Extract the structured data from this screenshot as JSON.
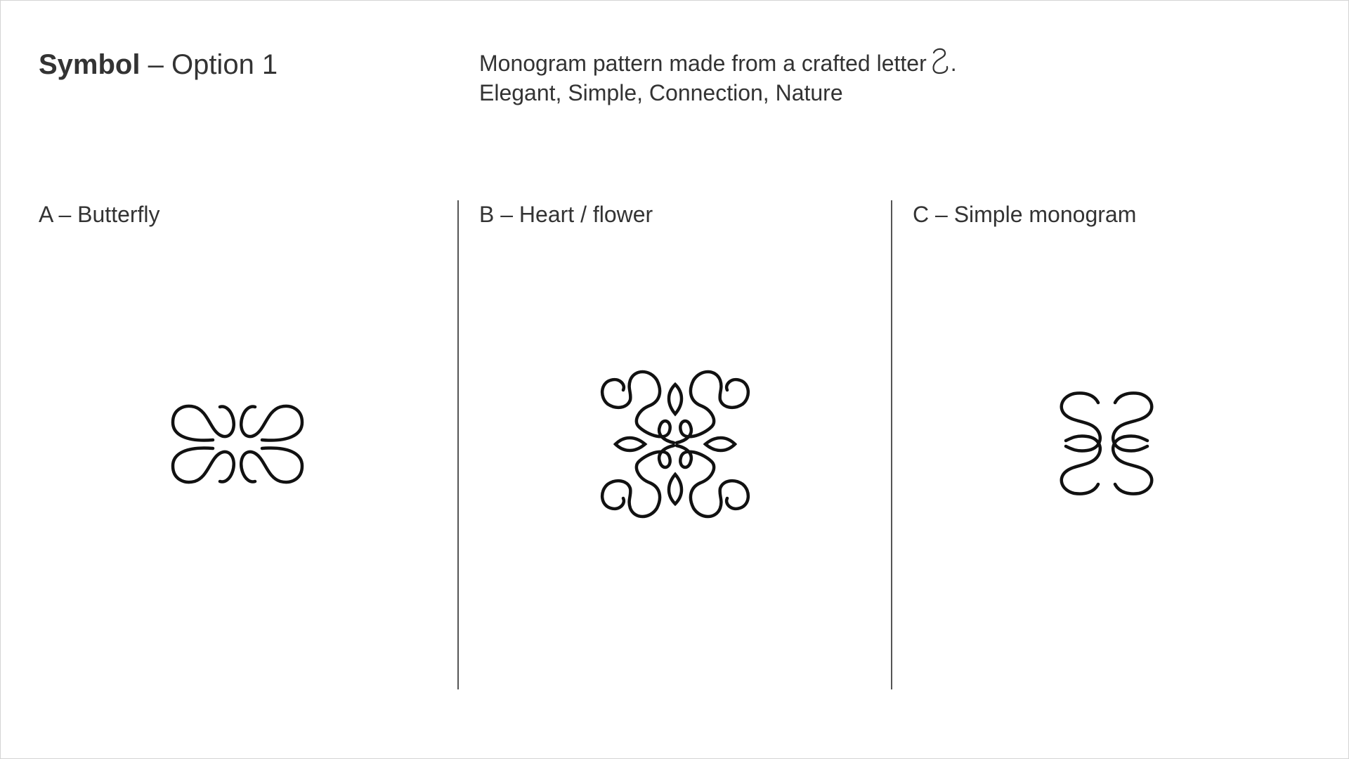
{
  "header": {
    "title_bold": "Symbol",
    "title_rest": " – Option 1"
  },
  "description": {
    "line1_prefix": "Monogram pattern made from a crafted letter",
    "line1_suffix": ".",
    "line2": "Elegant, Simple, Connection, Nature"
  },
  "options": [
    {
      "label": "A – Butterfly",
      "icon": "butterfly-monogram-icon"
    },
    {
      "label": "B – Heart / flower",
      "icon": "heart-flower-monogram-icon"
    },
    {
      "label": "C – Simple monogram",
      "icon": "simple-monogram-icon"
    }
  ],
  "colors": {
    "text": "#333333",
    "stroke": "#111111",
    "divider": "#555555",
    "border": "#d4d4d4"
  }
}
